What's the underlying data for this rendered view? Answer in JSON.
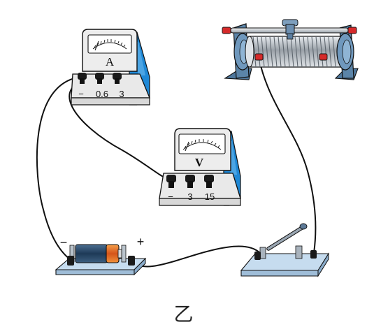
{
  "ammeter": {
    "symbol": "A",
    "terminals": [
      "−",
      "0.6",
      "3"
    ]
  },
  "voltmeter": {
    "symbol": "V",
    "terminals": [
      "−",
      "3",
      "15"
    ]
  },
  "battery": {
    "negative_sign": "−",
    "positive_sign": "+"
  },
  "caption": "乙",
  "colors": {
    "meter_face": "#eeeeee",
    "meter_side_blue": "#1e88d6",
    "terminal": "#1a1a1a",
    "wire": "#111111",
    "base_plate": "#c6dcef",
    "rheostat_frame": "#5b84a8",
    "rheostat_coil": "#aeb4bb",
    "rheostat_knob": "#d62a2a",
    "battery_body": "#2e4e6d",
    "battery_cap": "#e2661f"
  }
}
